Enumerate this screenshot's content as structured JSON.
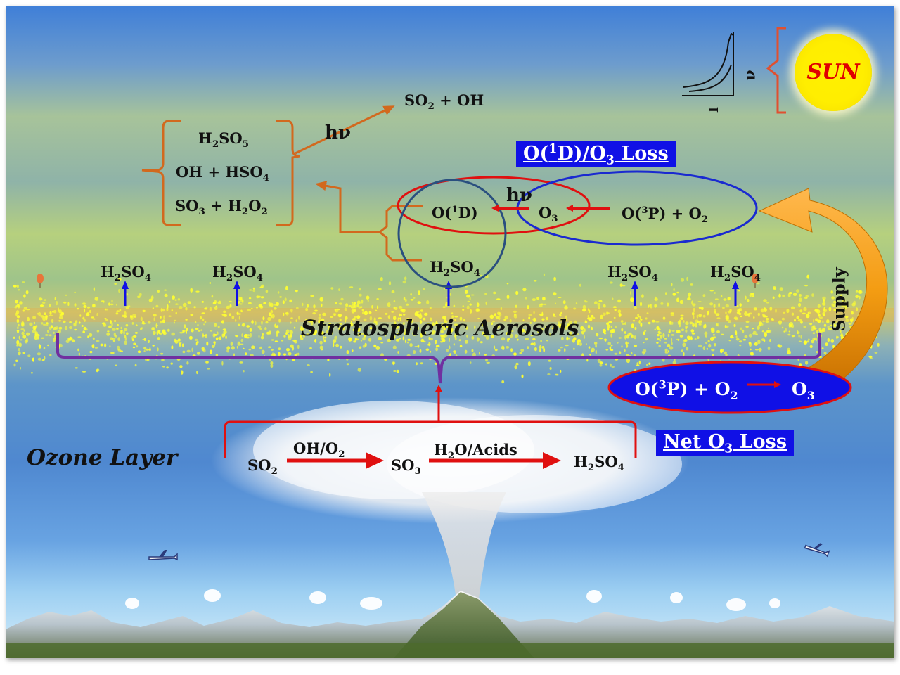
{
  "sun": {
    "label": "SUN"
  },
  "spectrum": {
    "x_axis_symbol": "ν",
    "y_axis_symbol": "I"
  },
  "reactions": {
    "h2so5": {
      "pre": "H",
      "s1": "2",
      "mid": "SO",
      "s2": "5"
    },
    "oh_hso4": {
      "pre": "OH + HSO",
      "s1": "4"
    },
    "so3_h2o2": {
      "pre": "SO",
      "s1": "3",
      "mid": " + H",
      "s2": "2",
      "mid2": "O",
      "s3": "2"
    },
    "photolysis_symbol": "hν",
    "so2_oh": {
      "pre": "SO",
      "s1": "2",
      "mid": " + OH"
    },
    "o1d": {
      "pre": "O(",
      "sup": "1",
      "post": "D)"
    },
    "o3": {
      "pre": "O",
      "s1": "3"
    },
    "o3p_o2": {
      "pre": "O(",
      "sup": "3",
      "mid": "P) + O",
      "s1": "2"
    },
    "h2so4_center": {
      "pre": "H",
      "s1": "2",
      "mid": "SO",
      "s2": "4"
    },
    "h2so4_a": {
      "pre": "H",
      "s1": "2",
      "mid": "SO",
      "s2": "4"
    },
    "h2so4_b": {
      "pre": "H",
      "s1": "2",
      "mid": "SO",
      "s2": "4"
    },
    "h2so4_c": {
      "pre": "H",
      "s1": "2",
      "mid": "SO",
      "s2": "4"
    },
    "h2so4_d": {
      "pre": "H",
      "s1": "2",
      "mid": "SO",
      "s2": "4"
    }
  },
  "boxes": {
    "o1d_loss": {
      "a": "O(",
      "sup": "1",
      "b": "D)/O",
      "sub": "3",
      "c": " Loss"
    },
    "net_loss": {
      "a": "Net O",
      "sub": "3",
      "c": " Loss"
    }
  },
  "layers": {
    "aerosols": "Stratospheric Aerosols",
    "ozone": "Ozone Layer",
    "supply": "Supply"
  },
  "ellipse_reaction": {
    "a": "O(",
    "sup": "3",
    "b": "P) + O",
    "sub": "2",
    "c": "O",
    "sub2": "3"
  },
  "volcanic_chain": {
    "so2": {
      "pre": "SO",
      "s1": "2"
    },
    "oh_o2": {
      "pre": "OH/O",
      "s1": "2"
    },
    "so3": {
      "pre": "SO",
      "s1": "3"
    },
    "h2o_acids": {
      "pre": "H",
      "s1": "2",
      "mid": "O/Acids"
    },
    "h2so4": {
      "pre": "H",
      "s1": "2",
      "mid": "SO",
      "s2": "4"
    }
  },
  "colors": {
    "sky_top": "#4a82d6",
    "haze_green": "#b9cf82",
    "aerosol_yellow": "#ffff30",
    "orange": "#d2691e",
    "red": "#e01010",
    "blue": "#1010e6",
    "purple": "#7030a0",
    "supply_arrow": "#f5a623"
  }
}
